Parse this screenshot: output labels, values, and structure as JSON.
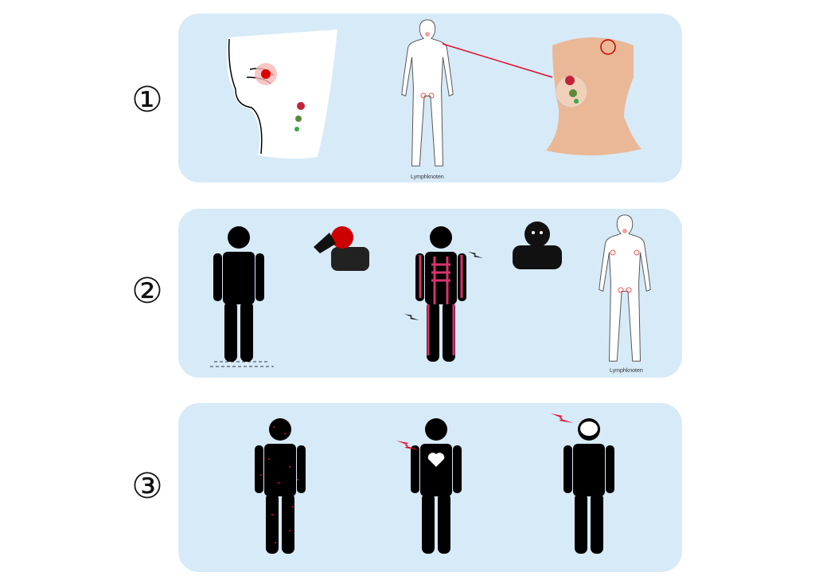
{
  "stages": [
    {
      "number": "①",
      "label": "Lymphknoten"
    },
    {
      "number": "②",
      "label": "Lymphknoten"
    },
    {
      "number": "③"
    }
  ],
  "colors": {
    "panel": "#d7eaf8",
    "figure": "#000000",
    "accent": "#e0102a",
    "skeleton": "#d6336c"
  }
}
